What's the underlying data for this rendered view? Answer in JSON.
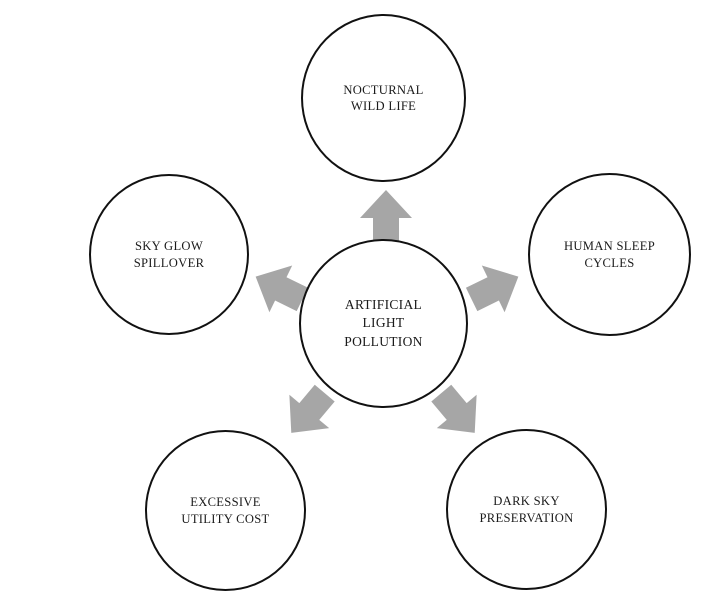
{
  "diagram": {
    "type": "radial-hub-and-spoke",
    "background_color": "#ffffff",
    "node_stroke_color": "#111111",
    "arrow_color": "#a6a6a6",
    "text_color": "#1a1a1a",
    "center": {
      "label": "ARTIFICIAL\nLIGHT\nPOLLUTION",
      "line1": "ARTIFICIAL",
      "line2": "LIGHT",
      "line3": "POLLUTION"
    },
    "satellites": [
      {
        "id": "nocturnal-wild-life",
        "label": "NOCTURNAL\nWILD LIFE",
        "position": "top"
      },
      {
        "id": "human-sleep-cycles",
        "label": "HUMAN SLEEP\nCYCLES",
        "position": "right"
      },
      {
        "id": "dark-sky-preservation",
        "label": "DARK SKY\nPRESERVATION",
        "position": "bottom-right"
      },
      {
        "id": "excessive-utility-cost",
        "label": "EXCESSIVE\nUTILITY COST",
        "position": "bottom-left"
      },
      {
        "id": "sky-glow-spillover",
        "label": "SKY GLOW\nSPILLOVER",
        "position": "left"
      }
    ],
    "arrows": [
      {
        "id": "arrow-to-nocturnal-wild-life",
        "direction": "up",
        "points_to": "nocturnal-wild-life"
      },
      {
        "id": "arrow-to-human-sleep-cycles",
        "direction": "up-right",
        "points_to": "human-sleep-cycles"
      },
      {
        "id": "arrow-to-dark-sky-preservation",
        "direction": "down-right",
        "points_to": "dark-sky-preservation"
      },
      {
        "id": "arrow-to-excessive-utility-cost",
        "direction": "down-left",
        "points_to": "excessive-utility-cost"
      },
      {
        "id": "arrow-to-sky-glow-spillover",
        "direction": "up-left",
        "points_to": "sky-glow-spillover"
      }
    ]
  }
}
